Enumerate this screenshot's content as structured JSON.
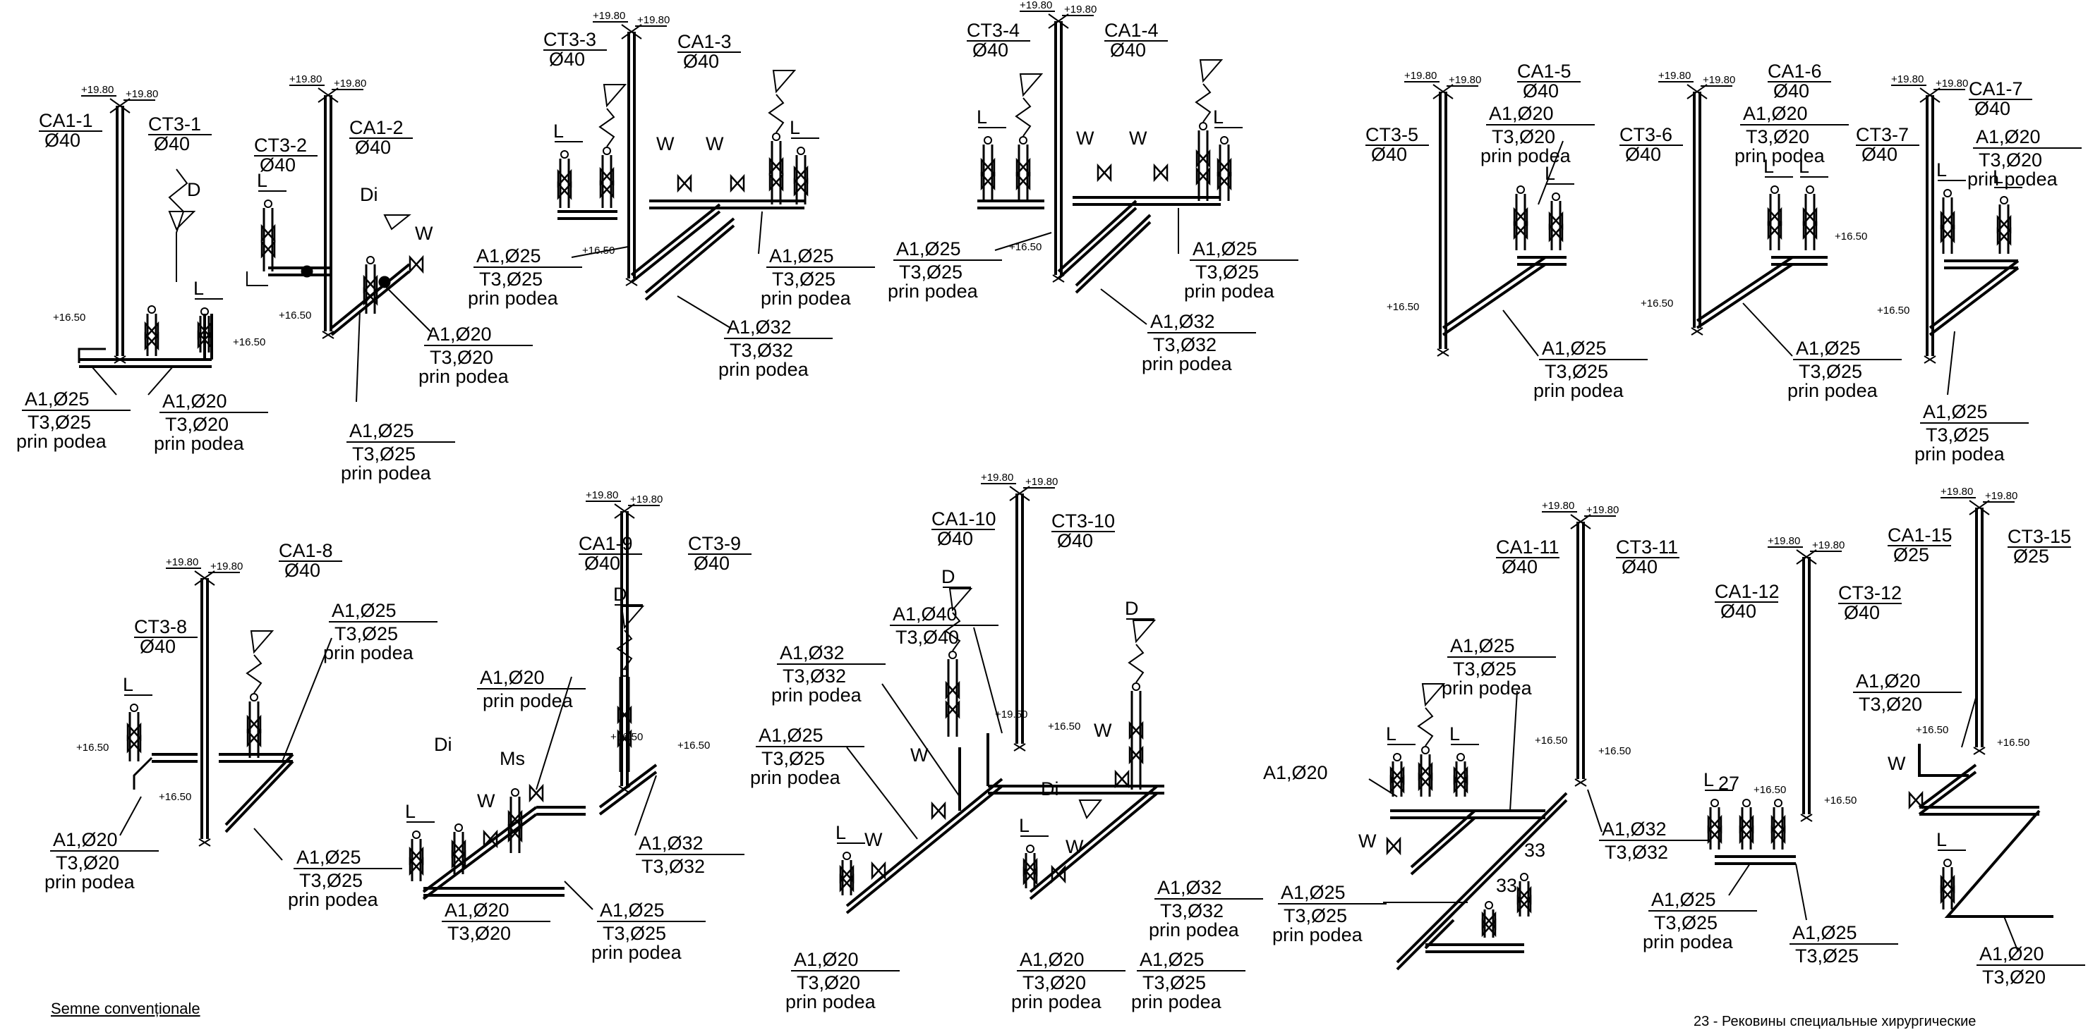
{
  "legend_title": "Semne convenționale",
  "corner_note": "23 - Рековины специальные хирургические",
  "groups": [
    {
      "id": "g1",
      "risers": [
        "CA1-1",
        "Ø40",
        "CT3-1",
        "Ø40"
      ],
      "elev": [
        "+19.80",
        "+19.80",
        "+16.50",
        "+16.50"
      ],
      "fixtures": [
        "D",
        "L"
      ],
      "fractions": [
        [
          "A1,Ø25",
          "T3,Ø25",
          "prin podea"
        ],
        [
          "A1,Ø20",
          "T3,Ø20",
          "prin podea"
        ]
      ]
    },
    {
      "id": "g2",
      "risers": [
        "CT3-2",
        "Ø40",
        "CA1-2",
        "Ø40"
      ],
      "elev": [
        "+19.80",
        "+19.80",
        "+16.50"
      ],
      "fixtures": [
        "L",
        "Di",
        "W"
      ],
      "fractions": [
        [
          "A1,Ø20",
          "T3,Ø20",
          "prin podea"
        ],
        [
          "A1,Ø25",
          "T3,Ø25",
          "prin podea"
        ]
      ]
    },
    {
      "id": "g3",
      "risers": [
        "CT3-3",
        "Ø40",
        "CA1-3",
        "Ø40"
      ],
      "elev": [
        "+19.80",
        "+19.80",
        "+16.50"
      ],
      "fixtures": [
        "D",
        "D",
        "L",
        "W",
        "W",
        "L"
      ],
      "fractions": [
        [
          "A1,Ø25",
          "T3,Ø25",
          "prin podea"
        ],
        [
          "A1,Ø25",
          "T3,Ø25",
          "prin podea"
        ],
        [
          "A1,Ø32",
          "T3,Ø32",
          "prin podea"
        ]
      ]
    },
    {
      "id": "g4",
      "risers": [
        "CT3-4",
        "Ø40",
        "CA1-4",
        "Ø40"
      ],
      "elev": [
        "+19.80",
        "+19.80",
        "+16.50"
      ],
      "fixtures": [
        "D",
        "D",
        "L",
        "W",
        "W",
        "L"
      ],
      "fractions": [
        [
          "A1,Ø25",
          "T3,Ø25",
          "prin podea"
        ],
        [
          "A1,Ø25",
          "T3,Ø25",
          "prin podea"
        ],
        [
          "A1,Ø32",
          "T3,Ø32",
          "prin podea"
        ]
      ]
    },
    {
      "id": "g5",
      "risers": [
        "CT3-5",
        "Ø40",
        "CA1-5",
        "Ø40"
      ],
      "elev": [
        "+19.80",
        "+19.80",
        "+16.50"
      ],
      "fixtures": [
        "L"
      ],
      "fractions": [
        [
          "A1,Ø20",
          "T3,Ø20",
          "prin podea"
        ],
        [
          "A1,Ø25",
          "T3,Ø25",
          "prin podea"
        ]
      ]
    },
    {
      "id": "g6",
      "risers": [
        "CT3-6",
        "Ø40",
        "CA1-6",
        "Ø40"
      ],
      "elev": [
        "+19.80",
        "+19.80",
        "+16.50",
        "+16.50"
      ],
      "fixtures": [
        "L",
        "L"
      ],
      "fractions": [
        [
          "A1,Ø20",
          "T3,Ø20",
          "prin podea"
        ],
        [
          "A1,Ø25",
          "T3,Ø25",
          "prin podea"
        ]
      ]
    },
    {
      "id": "g7",
      "risers": [
        "CT3-7",
        "Ø40",
        "CA1-7",
        "Ø40"
      ],
      "elev": [
        "+19.80",
        "+19.80",
        "+16.50"
      ],
      "fixtures": [
        "L",
        "L"
      ],
      "fractions": [
        [
          "A1,Ø20",
          "T3,Ø20",
          "prin podea"
        ],
        [
          "A1,Ø25",
          "T3,Ø25",
          "prin podea"
        ]
      ]
    },
    {
      "id": "g8",
      "risers": [
        "CT3-8",
        "Ø40",
        "CA1-8",
        "Ø40"
      ],
      "elev": [
        "+19.80",
        "+19.80",
        "+16.50",
        "+16.50"
      ],
      "fixtures": [
        "D",
        "L"
      ],
      "fractions": [
        [
          "A1,Ø25",
          "T3,Ø25",
          "prin podea"
        ],
        [
          "A1,Ø20",
          "T3,Ø20",
          "prin podea"
        ],
        [
          "A1,Ø25",
          "T3,Ø25",
          "prin podea"
        ]
      ]
    },
    {
      "id": "g9",
      "risers": [
        "CA1-9",
        "Ø40",
        "CT3-9",
        "Ø40"
      ],
      "elev": [
        "+19.80",
        "+19.80",
        "+16.50",
        "+16.50"
      ],
      "fixtures": [
        "D",
        "Di",
        "Ms",
        "L",
        "W"
      ],
      "fractions": [
        [
          "A1,Ø20",
          "prin podea"
        ],
        [
          "A1,Ø32",
          "T3,Ø32"
        ],
        [
          "A1,Ø20",
          "T3,Ø20"
        ],
        [
          "A1,Ø25",
          "T3,Ø25",
          "prin podea"
        ]
      ]
    },
    {
      "id": "g10",
      "risers": [
        "CA1-10",
        "Ø40",
        "CT3-10",
        "Ø40"
      ],
      "elev": [
        "+19.80",
        "+19.80",
        "+19.50",
        "+16.50"
      ],
      "fixtures": [
        "D",
        "D",
        "W",
        "W",
        "L",
        "W",
        "L",
        "W",
        "Di"
      ],
      "fractions": [
        [
          "A1,Ø40",
          "T3,Ø40"
        ],
        [
          "A1,Ø32",
          "T3,Ø32",
          "prin podea"
        ],
        [
          "A1,Ø25",
          "T3,Ø25",
          "prin podea"
        ],
        [
          "A1,Ø20",
          "T3,Ø20",
          "prin podea"
        ],
        [
          "A1,Ø20",
          "T3,Ø20",
          "prin podea"
        ],
        [
          "A1,Ø25",
          "T3,Ø25",
          "prin podea"
        ],
        [
          "A1,Ø32",
          "T3,Ø32",
          "prin podea"
        ]
      ]
    },
    {
      "id": "g11",
      "risers": [
        "CA1-11",
        "Ø40",
        "CT3-11",
        "Ø40"
      ],
      "elev": [
        "+19.80",
        "+19.80",
        "+16.50",
        "+16.50"
      ],
      "fixtures": [
        "D",
        "L",
        "L",
        "W",
        "33",
        "33"
      ],
      "fractions": [
        [
          "A1,Ø25",
          "T3,Ø25",
          "prin podea"
        ],
        [
          "A1,Ø20"
        ],
        [
          "A1,Ø32",
          "T3,Ø32"
        ],
        [
          "A1,Ø25",
          "T3,Ø25",
          "prin podea"
        ]
      ]
    },
    {
      "id": "g12",
      "risers": [
        "CA1-12",
        "Ø40",
        "CT3-12",
        "Ø40"
      ],
      "elev": [
        "+19.80",
        "+19.80",
        "+16.50",
        "+16.50"
      ],
      "fixtures": [
        "L",
        "27"
      ],
      "fractions": [
        [
          "A1,Ø25",
          "T3,Ø25",
          "prin podea"
        ],
        [
          "A1,Ø25",
          "T3,Ø25"
        ]
      ]
    },
    {
      "id": "g15",
      "risers": [
        "CA1-15",
        "Ø25",
        "CT3-15",
        "Ø25"
      ],
      "elev": [
        "+19.80",
        "+19.80",
        "+16.50",
        "+16.50"
      ],
      "fixtures": [
        "W",
        "L"
      ],
      "fractions": [
        [
          "A1,Ø20",
          "T3,Ø20"
        ],
        [
          "A1,Ø20",
          "T3,Ø20"
        ]
      ]
    }
  ]
}
